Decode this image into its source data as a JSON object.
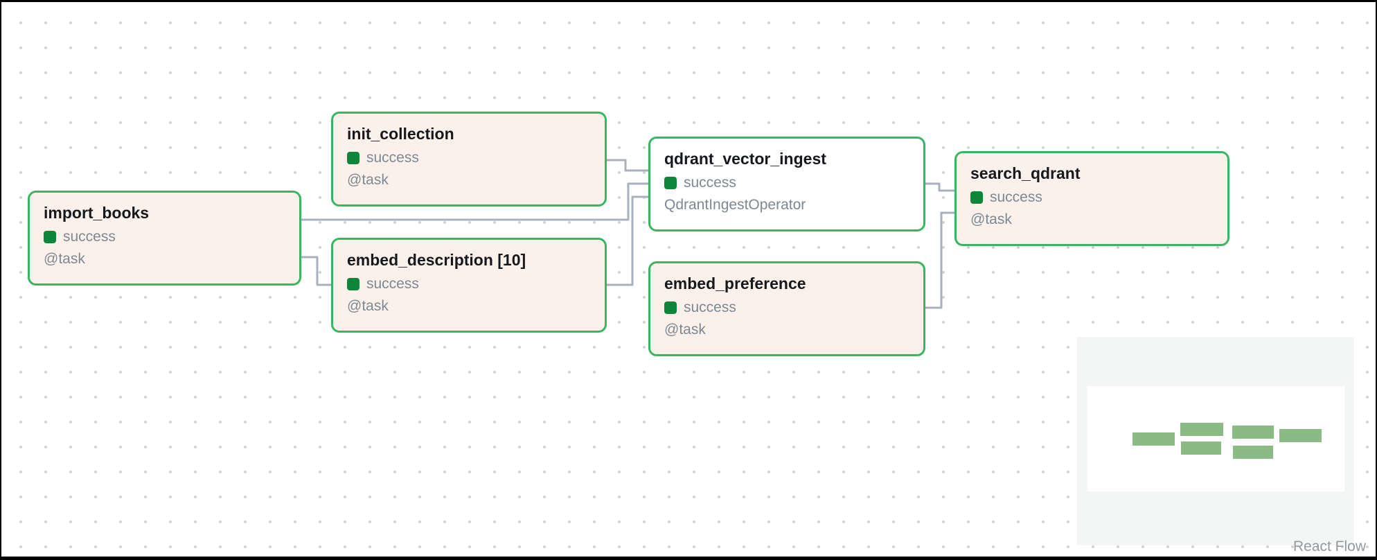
{
  "app": {
    "attribution": "React Flow"
  },
  "nodes": [
    {
      "id": "import_books",
      "title": "import_books",
      "status": "success",
      "subtitle": "@task"
    },
    {
      "id": "init_collection",
      "title": "init_collection",
      "status": "success",
      "subtitle": "@task"
    },
    {
      "id": "embed_description",
      "title": "embed_description [10]",
      "status": "success",
      "subtitle": "@task"
    },
    {
      "id": "qdrant_vector_ingest",
      "title": "qdrant_vector_ingest",
      "status": "success",
      "subtitle": "QdrantIngestOperator"
    },
    {
      "id": "embed_preference",
      "title": "embed_preference",
      "status": "success",
      "subtitle": "@task"
    },
    {
      "id": "search_qdrant",
      "title": "search_qdrant",
      "status": "success",
      "subtitle": "@task"
    }
  ],
  "edges": [
    {
      "source": "import_books",
      "target": "embed_description"
    },
    {
      "source": "import_books",
      "target": "qdrant_vector_ingest"
    },
    {
      "source": "init_collection",
      "target": "qdrant_vector_ingest"
    },
    {
      "source": "embed_description",
      "target": "qdrant_vector_ingest"
    },
    {
      "source": "qdrant_vector_ingest",
      "target": "search_qdrant"
    },
    {
      "source": "embed_preference",
      "target": "search_qdrant"
    }
  ],
  "colors": {
    "node_border_success": "#38b763",
    "status_square": "#0e8639",
    "task_background": "#fcf1ea",
    "operator_background": "#ffffff",
    "edge": "#a7b1bf",
    "minimap_node": "#8bbb85"
  }
}
